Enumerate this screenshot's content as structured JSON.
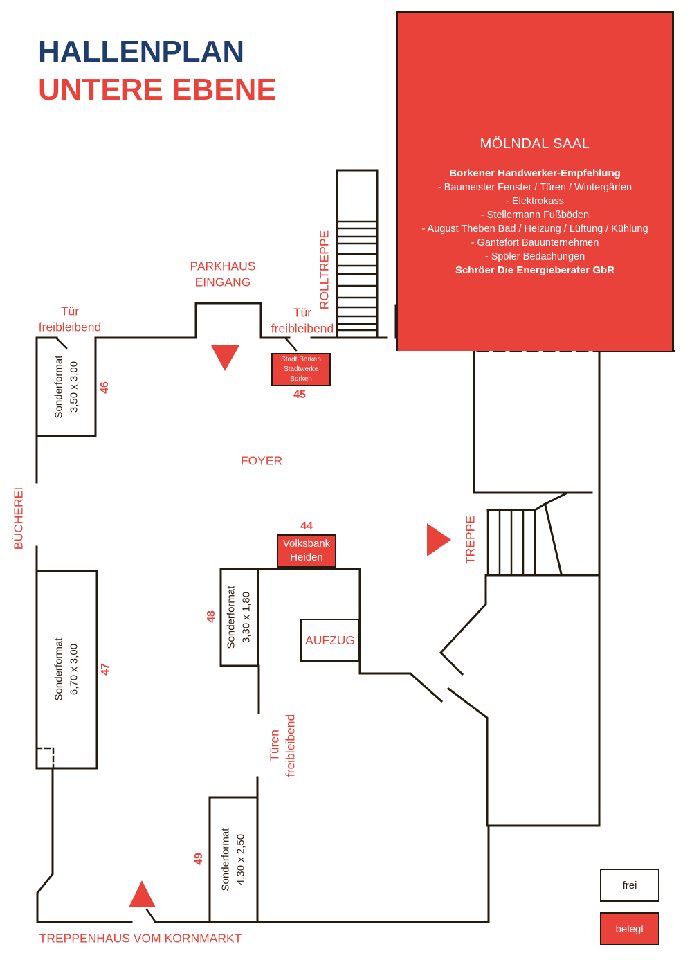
{
  "page": {
    "title_line1": "HALLENPLAN",
    "title_line2": "UNTERE EBENE"
  },
  "saal": {
    "name": "MÖLNDAL SAAL",
    "exhibitors_header": "Borkener Handwerker-Empfehlung",
    "exhibitors": [
      "- Baumeister Fenster / Türen / Wintergärten",
      "- Elektrokass",
      "- Stellermann Fußböden",
      "- August Theben Bad / Heizung / Lüftung / Kühlung",
      "- Gantefort Bauunternehmen",
      "- Spöler Bedachungen"
    ],
    "exhibitors_footer": "Schröer Die Energieberater GbR"
  },
  "areas": {
    "parkhaus": "PARKHAUS\nEINGANG",
    "rolltreppe": "ROLLTREPPE",
    "foyer": "FOYER",
    "buecherei": "BÜCHEREI",
    "treppe": "TREPPE",
    "aufzug": "AUFZUG",
    "kornmarkt": "TREPPENHAUS VOM KORNMARKT",
    "tuer_links": "Tür\nfreibleibend",
    "tuer_rechts": "Tür\nfreibleibend",
    "tueren": "Türen\nfreibleibend"
  },
  "booths": {
    "b44": {
      "number": "44",
      "occupant": "Volksbank\nHeiden"
    },
    "b45": {
      "number": "45",
      "occupant": "Stadt Borken\nStadtwerke Borken"
    },
    "b46": {
      "number": "46",
      "type": "Sonderformat",
      "size": "3,50 x 3,00"
    },
    "b47": {
      "number": "47",
      "type": "Sonderformat",
      "size": "6,70 x 3,00"
    },
    "b48": {
      "number": "48",
      "type": "Sonderformat",
      "size": "3,30 x 1,80"
    },
    "b49": {
      "number": "49",
      "type": "Sonderformat",
      "size": "4,30 x 2,50"
    }
  },
  "legend": {
    "free": "frei",
    "occupied": "belegt"
  },
  "colors": {
    "red": "#e8423a",
    "blue": "#1f3d6c",
    "wall": "#231a10"
  }
}
